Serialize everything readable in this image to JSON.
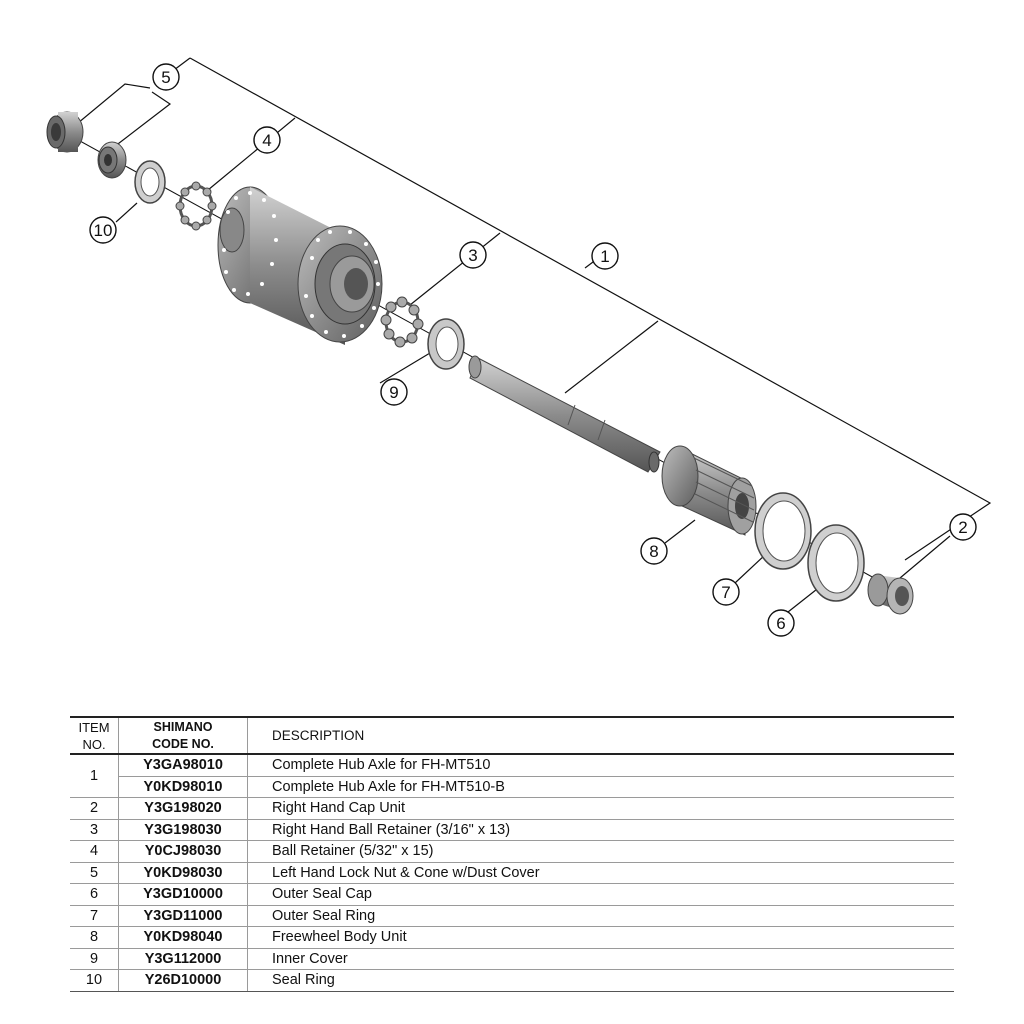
{
  "callouts": [
    "1",
    "2",
    "3",
    "4",
    "5",
    "6",
    "7",
    "8",
    "9",
    "10"
  ],
  "table": {
    "headers": {
      "item": [
        "ITEM",
        "NO."
      ],
      "code": [
        "SHIMANO",
        "CODE NO."
      ],
      "description": "DESCRIPTION"
    },
    "item_1": "1",
    "rows": [
      {
        "code": "Y3GA98010",
        "description": "Complete Hub Axle for FH-MT510"
      },
      {
        "code": "Y0KD98010",
        "description": "Complete Hub Axle for FH-MT510-B"
      },
      {
        "item": "2",
        "code": "Y3G198020",
        "description": "Right Hand Cap Unit"
      },
      {
        "item": "3",
        "code": "Y3G198030",
        "description": "Right Hand Ball Retainer (3/16\" x 13)"
      },
      {
        "item": "4",
        "code": "Y0CJ98030",
        "description": "Ball Retainer (5/32\" x 15)"
      },
      {
        "item": "5",
        "code": "Y0KD98030",
        "description": "Left Hand Lock Nut & Cone w/Dust Cover"
      },
      {
        "item": "6",
        "code": "Y3GD10000",
        "description": "Outer Seal Cap"
      },
      {
        "item": "7",
        "code": "Y3GD11000",
        "description": "Outer Seal Ring"
      },
      {
        "item": "8",
        "code": "Y0KD98040",
        "description": "Freewheel Body Unit"
      },
      {
        "item": "9",
        "code": "Y3G112000",
        "description": "Inner Cover"
      },
      {
        "item": "10",
        "code": "Y26D10000",
        "description": "Seal Ring"
      }
    ]
  },
  "colors": {
    "part_dark": "#5a5a5a",
    "part_mid": "#8a8a8a",
    "part_light": "#c4c4c4",
    "line": "#111111"
  }
}
